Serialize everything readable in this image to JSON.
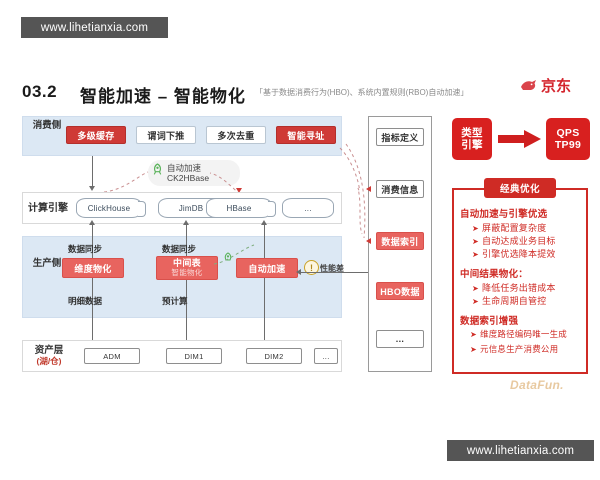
{
  "watermarks": {
    "top": "www.lihetianxia.com",
    "bottom": "www.lihetianxia.com"
  },
  "header": {
    "number": "03.2",
    "title": "智能加速 – 智能物化",
    "subtitle": "「基于数据消费行为(HBO)、系统内置规则(RBO)自动加速」",
    "brand": "京东"
  },
  "diagram": {
    "consumption": {
      "label": "消费侧",
      "chips": [
        {
          "text": "多级缓存",
          "style": "red"
        },
        {
          "text": "谓词下推",
          "style": "white"
        },
        {
          "text": "多次去重",
          "style": "white"
        },
        {
          "text": "智能寻址",
          "style": "red"
        }
      ]
    },
    "accelerate_note": {
      "line1": "自动加速",
      "line2": "CK2HBase",
      "icon": "rocket-icon"
    },
    "engine": {
      "label": "计算引擎",
      "items": [
        "ClickHouse",
        "JimDB",
        "HBase",
        "..."
      ]
    },
    "production": {
      "label": "生产侧",
      "sync_labels": [
        "数据同步",
        "数据同步"
      ],
      "chips": [
        {
          "text": "维度物化",
          "sub": "",
          "style": "red-soft"
        },
        {
          "text": "中间表",
          "sub": "智能物化",
          "style": "red-soft"
        },
        {
          "text": "自动加速",
          "sub": "",
          "style": "red-soft"
        }
      ],
      "bottom_labels": [
        "明细数据",
        "预计算"
      ],
      "perf": {
        "text": "性能差",
        "icon": "warning-badge-icon"
      }
    },
    "asset": {
      "label": "资产层",
      "sublabel": "(湖/仓)",
      "items": [
        "ADM",
        "DIM1",
        "DIM2",
        "..."
      ]
    },
    "metadata_column": [
      {
        "text": "指标定义",
        "style": "plain"
      },
      {
        "text": "消费信息",
        "style": "plain"
      },
      {
        "text": "数据索引",
        "style": "red-soft"
      },
      {
        "text": "HBO数据",
        "style": "red-soft"
      },
      {
        "text": "...",
        "style": "plain"
      }
    ]
  },
  "right_panel": {
    "goal": {
      "from_line1": "类型",
      "from_line2": "引擎",
      "to_line1": "QPS",
      "to_line2": "TP99"
    },
    "title": "经典优化",
    "sections": [
      {
        "heading": "自动加速与引擎优选",
        "bullets": [
          "屏蔽配置复杂度",
          "自动达成业务目标",
          "引擎优选降本提效"
        ]
      },
      {
        "heading": "中间结果物化：",
        "bullets": [
          "降低任务出错成本",
          "生命周期自管控"
        ]
      },
      {
        "heading": "数据索引增强",
        "bullets": [
          "维度路径编码唯一生成",
          "元信息生产消费公用"
        ]
      }
    ]
  },
  "footer_brand": "DataFun.",
  "colors": {
    "brand_red": "#d4232c",
    "panel_red": "#cf2b25",
    "chip_red": "#cf3a36",
    "band_blue": "#dce8f4"
  }
}
